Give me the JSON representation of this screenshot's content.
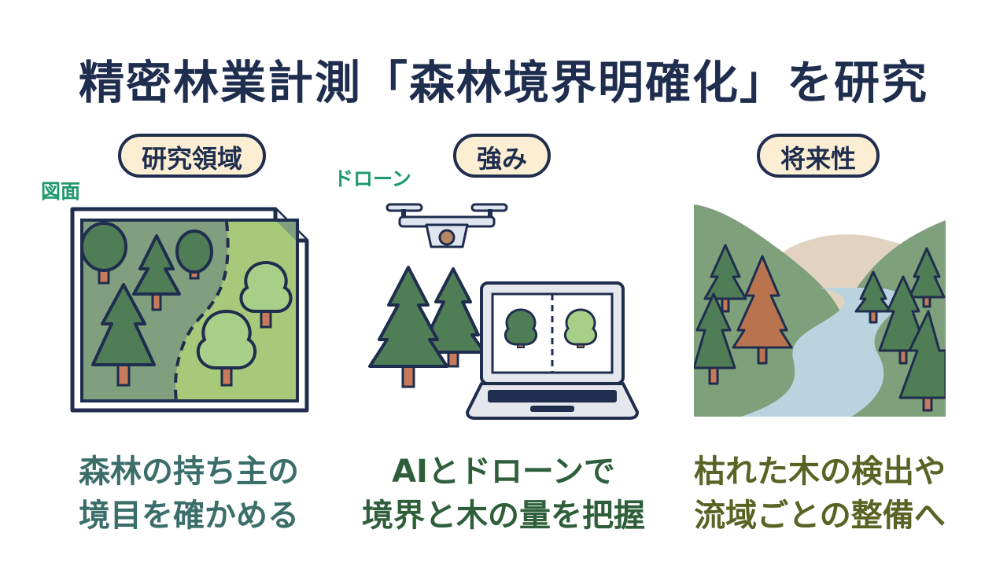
{
  "title": "精密林業計測「森林境界明確化」を研究",
  "columns": [
    {
      "pill": "研究領域",
      "tag": "図面",
      "caption_line1": "森林の持ち主の",
      "caption_line2": "境目を確かめる",
      "caption_color": "#3b6e6a"
    },
    {
      "pill": "強み",
      "tag": "ドローン",
      "caption_line1": "AIとドローンで",
      "caption_line2": "境界と木の量を把握",
      "caption_color": "#2f5f3a"
    },
    {
      "pill": "将来性",
      "caption_line1": "枯れた木の検出や",
      "caption_line2": "流域ごとの整備へ",
      "caption_color": "#5a6324"
    }
  ],
  "colors": {
    "navy": "#1f2d4e",
    "pill_bg": "#fbeed3",
    "tag_green": "#1f9a6a",
    "forest_dark": "#4f7d55",
    "forest_light": "#a6c97a",
    "tree_light": "#a8cf88",
    "trunk": "#c77a5c",
    "river": "#b9d3df",
    "hill": "#7ea07b",
    "dead_tree": "#b9744f"
  },
  "icons": [
    "map-icon",
    "drone-icon",
    "laptop-icon",
    "landscape-icon"
  ]
}
